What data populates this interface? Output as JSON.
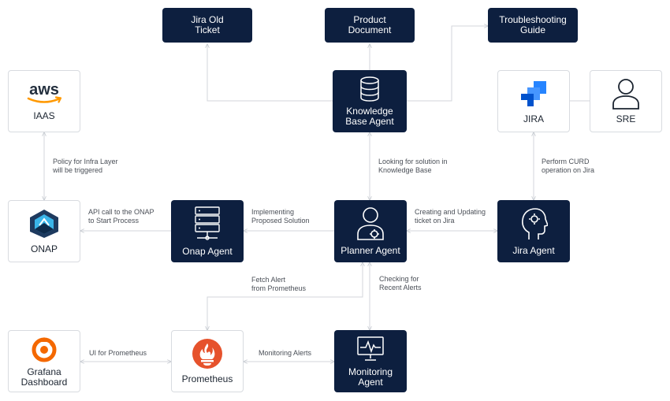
{
  "nodes": {
    "jira_old_ticket": "Jira Old\nTicket",
    "product_document": "Product\nDocument",
    "troubleshooting_guide": "Troubleshooting\nGuide",
    "knowledge_base_agent": "Knowledge\nBase Agent",
    "iaas": "IAAS",
    "aws_logo": "aws",
    "jira": "JIRA",
    "sre": "SRE",
    "onap": "ONAP",
    "onap_agent": "Onap Agent",
    "planner_agent": "Planner Agent",
    "jira_agent": "Jira Agent",
    "grafana_dashboard": "Grafana\nDashboard",
    "prometheus": "Prometheus",
    "monitoring_agent": "Monitoring\nAgent"
  },
  "edges": {
    "policy_infra": "Policy for Infra Layer\nwill be triggered",
    "looking_solution": "Looking for solution in\nKnowledge Base",
    "perform_curd": "Perform CURD\noperation on Jira",
    "api_call_onap": "API call to the ONAP\nto Start Process",
    "implementing_solution": "Implementing\nProposed Solution",
    "creating_updating": "Creating and Updating\nticket on Jira",
    "fetch_alert": "Fetch Alert\nfrom Prometheus",
    "checking_alerts": "Checking for\nRecent Alerts",
    "ui_prometheus": "UI for Prometheus",
    "monitoring_alerts": "Monitoring Alerts"
  },
  "colors": {
    "dark_box": "#0d1f3f",
    "aws_orange": "#ff9900",
    "jira_blue": "#2684ff",
    "prometheus_orange": "#e6522c",
    "grafana_orange": "#f46800",
    "line": "#cfd3d8"
  },
  "icons": {
    "kb": "database-icon",
    "onap_agent": "server-rack-icon",
    "planner": "user-gear-icon",
    "jira_agent": "head-gear-icon",
    "monitoring": "monitor-pulse-icon",
    "sre": "user-outline-icon"
  }
}
